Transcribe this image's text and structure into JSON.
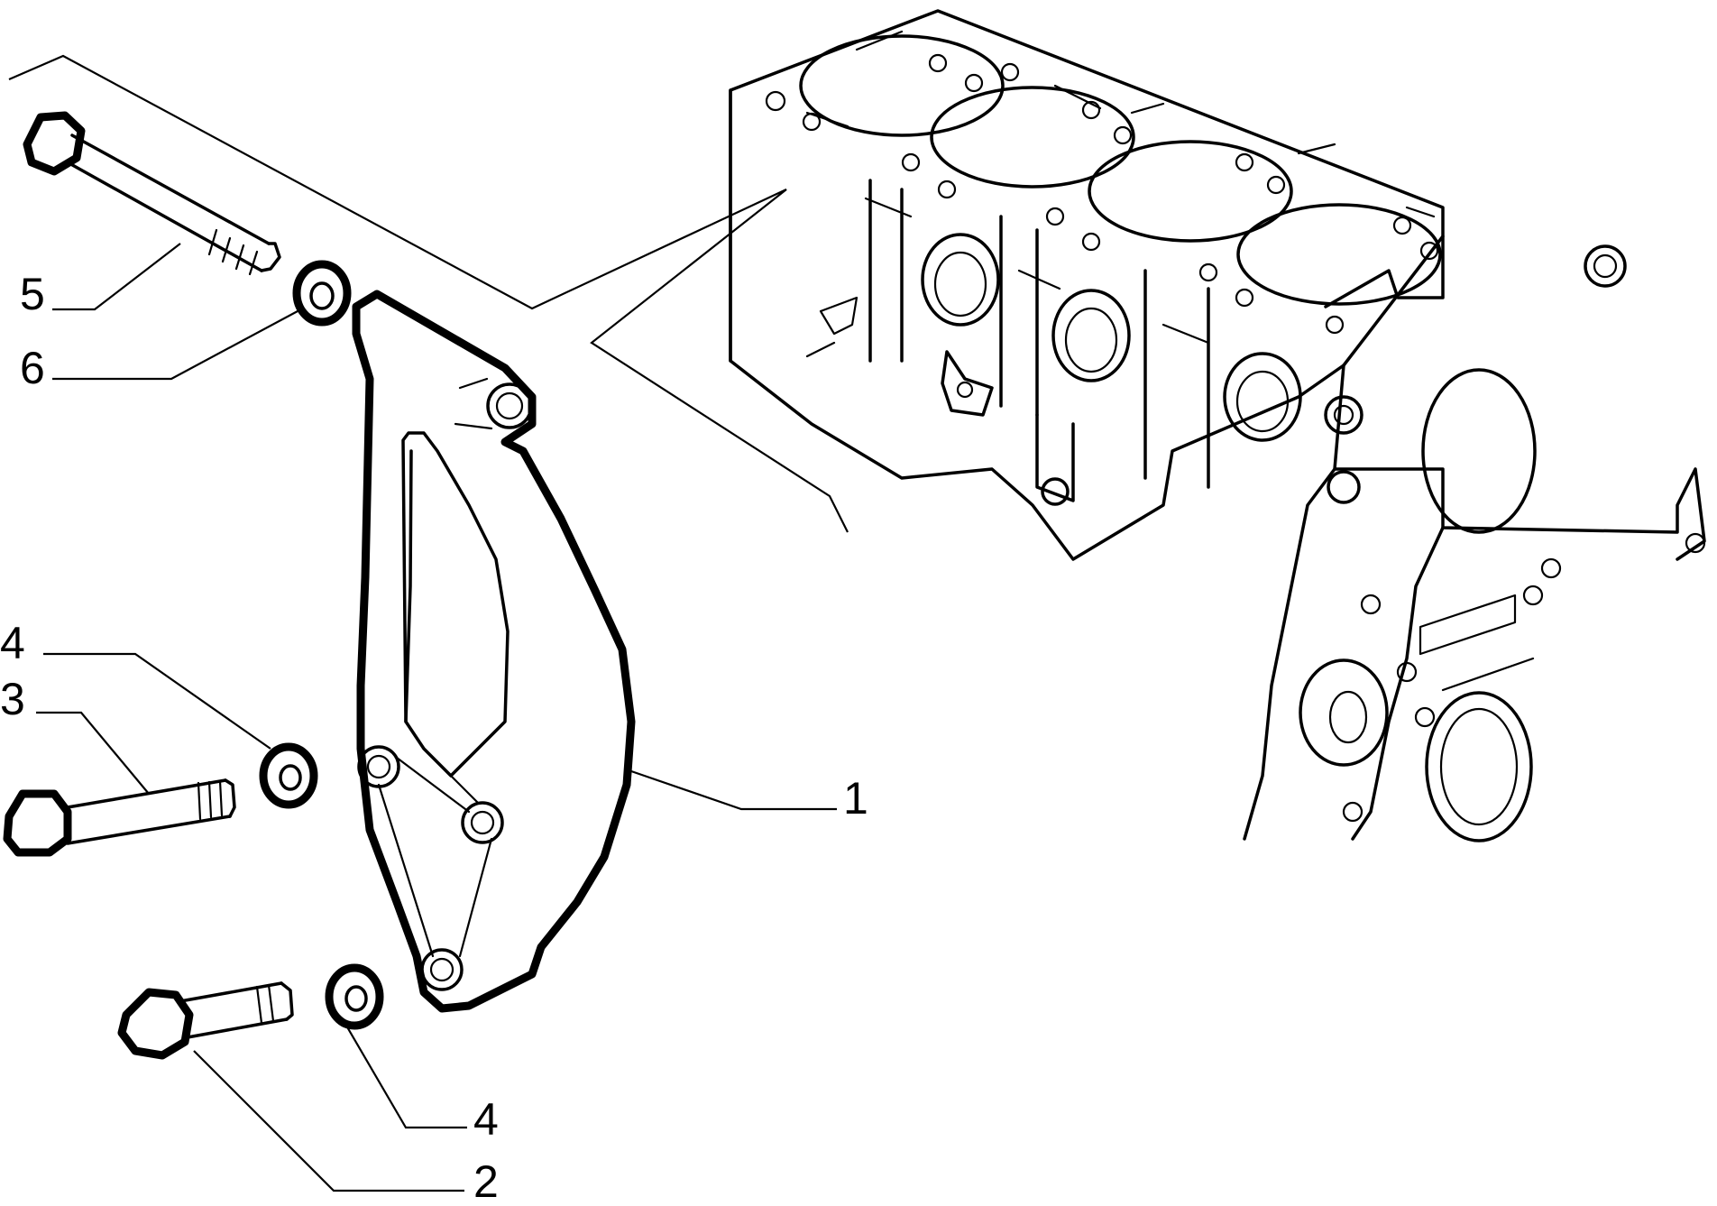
{
  "diagram": {
    "callouts": [
      {
        "id": "c1",
        "label": "1"
      },
      {
        "id": "c2",
        "label": "2"
      },
      {
        "id": "c3",
        "label": "3"
      },
      {
        "id": "c4a",
        "label": "4"
      },
      {
        "id": "c4b",
        "label": "4"
      },
      {
        "id": "c5",
        "label": "5"
      },
      {
        "id": "c6",
        "label": "6"
      }
    ]
  }
}
